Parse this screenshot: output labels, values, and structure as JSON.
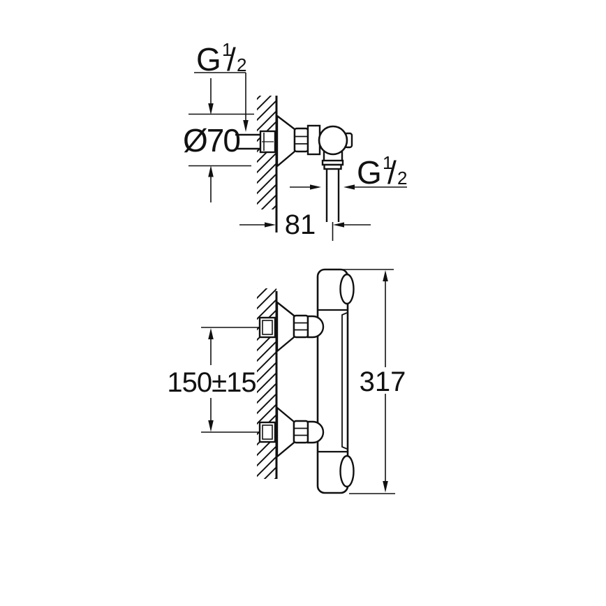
{
  "colors": {
    "line": "#111111",
    "background": "#ffffff"
  },
  "labels": {
    "supply_thread": {
      "base": "G",
      "numerator": "1",
      "slash": "/",
      "denominator": "2"
    },
    "escutcheon_diameter": "Ø70",
    "outlet_thread": {
      "base": "G",
      "numerator": "1",
      "slash": "/",
      "denominator": "2"
    },
    "wall_to_outlet": "81",
    "inlet_spacing": "150±15",
    "overall_height": "317"
  }
}
